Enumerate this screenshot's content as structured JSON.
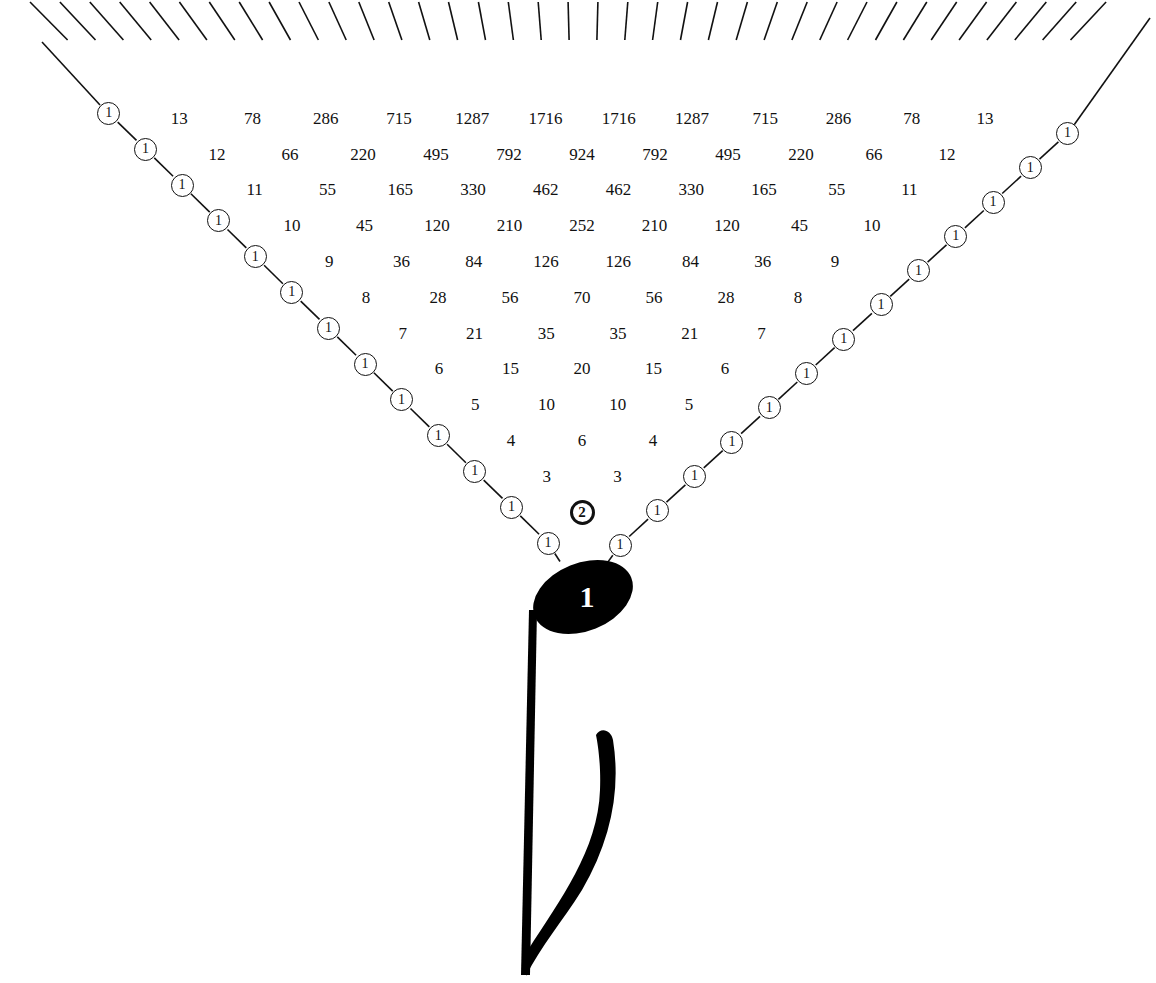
{
  "diagram": {
    "nodes": [
      {
        "text": [
          "1"
        ]
      },
      {
        "text": [
          "1"
        ]
      },
      {
        "text": [
          "1"
        ]
      },
      {
        "text": [
          "1"
        ]
      },
      {
        "text": [
          "1"
        ]
      },
      {
        "text": [
          "1"
        ]
      },
      {
        "text": [
          "1"
        ]
      },
      {
        "text": [
          "1"
        ]
      },
      {
        "text": [
          "1"
        ]
      },
      {
        "text": [
          "1"
        ]
      },
      {
        "text": [
          "1"
        ]
      },
      {
        "text": [
          "1"
        ]
      },
      {
        "text": [
          "1"
        ]
      },
      {
        "text": [
          "1"
        ]
      },
      {
        "text": [
          "1"
        ]
      },
      {
        "text": [
          "1"
        ]
      },
      {
        "text": [
          "1"
        ]
      },
      {
        "text": [
          "1"
        ]
      },
      {
        "text": [
          "1"
        ]
      },
      {
        "text": [
          "1"
        ]
      },
      {
        "text": [
          "1"
        ]
      },
      {
        "text": [
          "1"
        ]
      },
      {
        "text": [
          "1"
        ]
      },
      {
        "text": [
          "2"
        ]
      },
      {
        "text": [
          "1"
        ]
      },
      {
        "text": [
          "1"
        ]
      },
      {
        "text": [
          "1"
        ]
      },
      {
        "text": [
          "1"
        ]
      }
    ],
    "edges": [
      {
        "from": 0,
        "to": 2,
        "arrow": "none"
      },
      {
        "from": 2,
        "to": 4,
        "arrow": "none"
      },
      {
        "from": 4,
        "to": 6,
        "arrow": "none"
      },
      {
        "from": 6,
        "to": 8,
        "arrow": "none"
      },
      {
        "from": 8,
        "to": 10,
        "arrow": "none"
      },
      {
        "from": 10,
        "to": 12,
        "arrow": "none"
      },
      {
        "from": 12,
        "to": 14,
        "arrow": "none"
      },
      {
        "from": 14,
        "to": 16,
        "arrow": "none"
      },
      {
        "from": 16,
        "to": 18,
        "arrow": "none"
      },
      {
        "from": 18,
        "to": 20,
        "arrow": "none"
      },
      {
        "from": 20,
        "to": 22,
        "arrow": "none"
      },
      {
        "from": 22,
        "to": 25,
        "arrow": "none"
      },
      {
        "from": 25,
        "to": 27,
        "arrow": "none"
      },
      {
        "from": 1,
        "to": 3,
        "arrow": "none"
      },
      {
        "from": 3,
        "to": 5,
        "arrow": "none"
      },
      {
        "from": 5,
        "to": 7,
        "arrow": "none"
      },
      {
        "from": 7,
        "to": 9,
        "arrow": "none"
      },
      {
        "from": 9,
        "to": 11,
        "arrow": "none"
      },
      {
        "from": 11,
        "to": 13,
        "arrow": "none"
      },
      {
        "from": 13,
        "to": 15,
        "arrow": "none"
      },
      {
        "from": 15,
        "to": 17,
        "arrow": "none"
      },
      {
        "from": 17,
        "to": 19,
        "arrow": "none"
      },
      {
        "from": 19,
        "to": 21,
        "arrow": "none"
      },
      {
        "from": 21,
        "to": 24,
        "arrow": "none"
      },
      {
        "from": 24,
        "to": 26,
        "arrow": "none"
      },
      {
        "from": 26,
        "to": 27,
        "arrow": "none"
      }
    ],
    "labels": [
      "13",
      "78",
      "286",
      "715",
      "1287",
      "1716",
      "1716",
      "1287",
      "715",
      "286",
      "78",
      "13",
      "12",
      "66",
      "220",
      "495",
      "792",
      "924",
      "792",
      "495",
      "220",
      "66",
      "12",
      "11",
      "55",
      "165",
      "330",
      "462",
      "462",
      "330",
      "165",
      "55",
      "11",
      "10",
      "45",
      "120",
      "210",
      "252",
      "210",
      "120",
      "45",
      "10",
      "9",
      "36",
      "84",
      "126",
      "126",
      "84",
      "36",
      "9",
      "8",
      "28",
      "56",
      "70",
      "56",
      "28",
      "8",
      "7",
      "21",
      "35",
      "35",
      "21",
      "7",
      "6",
      "15",
      "20",
      "15",
      "6",
      "5",
      "10",
      "10",
      "5",
      "4",
      "6",
      "4",
      "3",
      "3"
    ]
  }
}
